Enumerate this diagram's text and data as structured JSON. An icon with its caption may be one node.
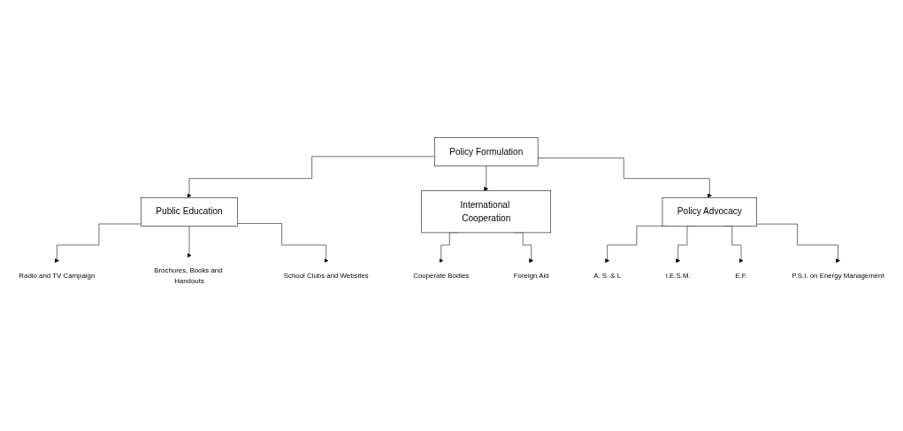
{
  "diagram": {
    "nodes": [
      {
        "text": [
          "Policy Formulation"
        ]
      },
      {
        "text": [
          "Public Education"
        ]
      },
      {
        "text": [
          "Policy Advocacy"
        ]
      },
      {
        "text": [
          "Radio and TV Campaign"
        ]
      },
      {
        "text": [
          "Brochures, Books and Handouts"
        ]
      },
      {
        "text": [
          "School Clubs and Websites"
        ]
      },
      {
        "text": [
          "A. S. & L"
        ]
      },
      {
        "text": [
          "I.E.S.M."
        ]
      },
      {
        "text": [
          "E.F."
        ]
      },
      {
        "text": [
          "P.S.I. on Energy Management"
        ]
      },
      {
        "text": [
          "International Cooperation"
        ]
      },
      {
        "text": [
          "Cooperate Bodies"
        ]
      },
      {
        "text": [
          "Foreign Aid"
        ]
      }
    ],
    "edges": [
      {
        "from": 0,
        "to": 1,
        "arrow": "to"
      },
      {
        "from": 0,
        "to": 10,
        "arrow": "to"
      },
      {
        "from": 0,
        "to": 2,
        "arrow": "to"
      },
      {
        "from": 1,
        "to": 3,
        "arrow": "to"
      },
      {
        "from": 1,
        "to": 4,
        "arrow": "to"
      },
      {
        "from": 1,
        "to": 5,
        "arrow": "to"
      },
      {
        "from": 2,
        "to": 6,
        "arrow": "to"
      },
      {
        "from": 2,
        "to": 7,
        "arrow": "to"
      },
      {
        "from": 2,
        "to": 8,
        "arrow": "to"
      },
      {
        "from": 2,
        "to": 9,
        "arrow": "to"
      },
      {
        "from": 10,
        "to": 11,
        "arrow": "to"
      },
      {
        "from": 10,
        "to": 12,
        "arrow": "to"
      }
    ]
  }
}
